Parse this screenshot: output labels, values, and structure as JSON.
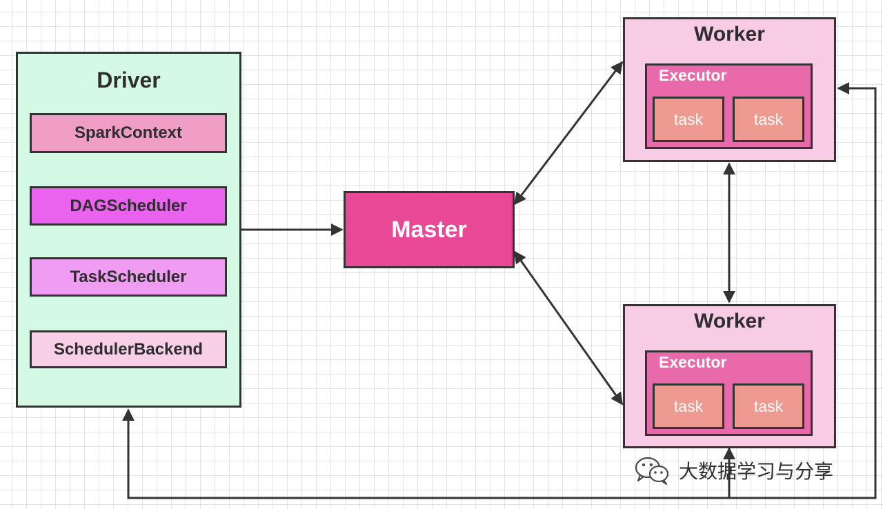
{
  "driver": {
    "title": "Driver",
    "stages": [
      "SparkContext",
      "DAGScheduler",
      "TaskScheduler",
      "SchedulerBackend"
    ]
  },
  "master": {
    "title": "Master"
  },
  "workers": [
    {
      "title": "Worker",
      "executor": "Executor",
      "tasks": [
        "task",
        "task"
      ]
    },
    {
      "title": "Worker",
      "executor": "Executor",
      "tasks": [
        "task",
        "task"
      ]
    }
  ],
  "watermark": {
    "text": "大数据学习与分享",
    "icon": "wechat-icon"
  },
  "colors": {
    "driver_bg": "#d4fae6",
    "spark_context": "#f09dc6",
    "dag_scheduler": "#e963ef",
    "task_scheduler": "#ef9cf2",
    "scheduler_backend": "#f7d0e8",
    "master": "#e84895",
    "worker_bg": "#f7cce4",
    "executor": "#e96aab",
    "task": "#ef9a90"
  }
}
